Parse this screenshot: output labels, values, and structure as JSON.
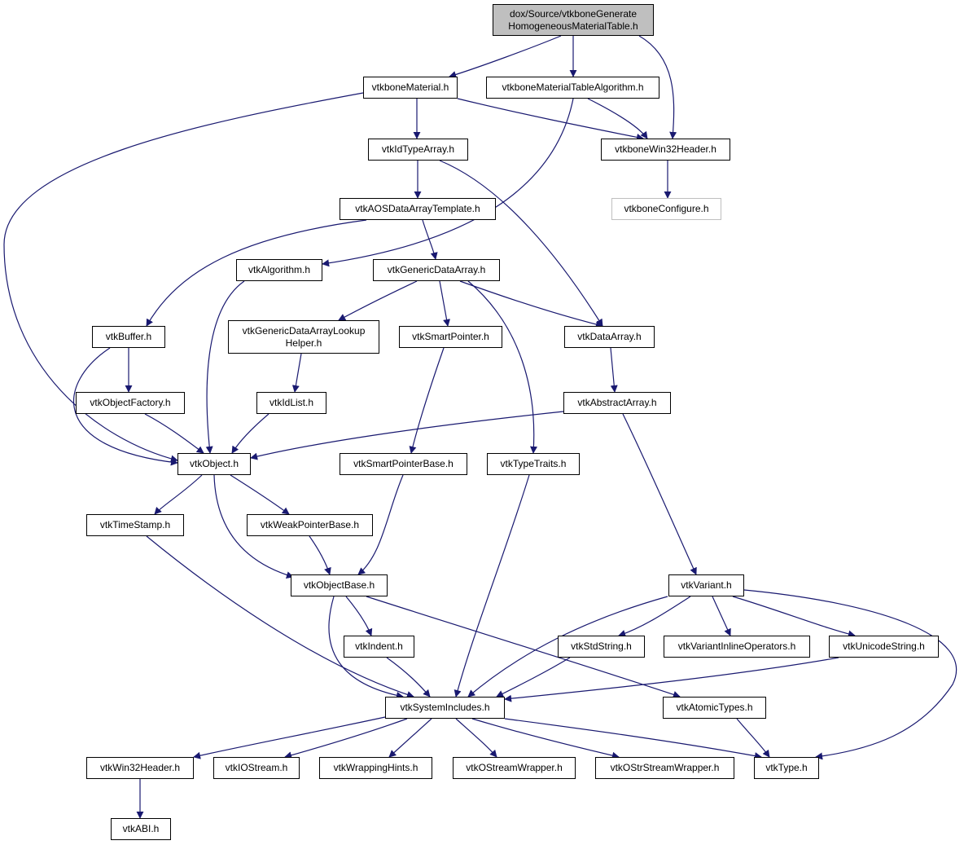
{
  "colors": {
    "edge": "#191970",
    "root_fill": "#bfbfbf",
    "node_border": "#000000",
    "external_border": "#bfbfbf"
  },
  "nodes": {
    "root": {
      "lines": [
        "dox/Source/vtkboneGenerate",
        "HomogeneousMaterialTable.h"
      ]
    },
    "vtkboneMaterial": {
      "lines": [
        "vtkboneMaterial.h"
      ]
    },
    "vtkboneMaterialTableAlgorithm": {
      "lines": [
        "vtkboneMaterialTableAlgorithm.h"
      ]
    },
    "vtkboneWin32Header": {
      "lines": [
        "vtkboneWin32Header.h"
      ]
    },
    "vtkIdTypeArray": {
      "lines": [
        "vtkIdTypeArray.h"
      ]
    },
    "vtkboneConfigure": {
      "lines": [
        "vtkboneConfigure.h"
      ]
    },
    "vtkAOSDataArrayTemplate": {
      "lines": [
        "vtkAOSDataArrayTemplate.h"
      ]
    },
    "vtkAlgorithm": {
      "lines": [
        "vtkAlgorithm.h"
      ]
    },
    "vtkGenericDataArray": {
      "lines": [
        "vtkGenericDataArray.h"
      ]
    },
    "vtkBuffer": {
      "lines": [
        "vtkBuffer.h"
      ]
    },
    "vtkGenericDataArrayLookupHelper": {
      "lines": [
        "vtkGenericDataArrayLookup",
        "Helper.h"
      ]
    },
    "vtkSmartPointer": {
      "lines": [
        "vtkSmartPointer.h"
      ]
    },
    "vtkDataArray": {
      "lines": [
        "vtkDataArray.h"
      ]
    },
    "vtkObjectFactory": {
      "lines": [
        "vtkObjectFactory.h"
      ]
    },
    "vtkIdList": {
      "lines": [
        "vtkIdList.h"
      ]
    },
    "vtkAbstractArray": {
      "lines": [
        "vtkAbstractArray.h"
      ]
    },
    "vtkObject": {
      "lines": [
        "vtkObject.h"
      ]
    },
    "vtkSmartPointerBase": {
      "lines": [
        "vtkSmartPointerBase.h"
      ]
    },
    "vtkTypeTraits": {
      "lines": [
        "vtkTypeTraits.h"
      ]
    },
    "vtkTimeStamp": {
      "lines": [
        "vtkTimeStamp.h"
      ]
    },
    "vtkWeakPointerBase": {
      "lines": [
        "vtkWeakPointerBase.h"
      ]
    },
    "vtkObjectBase": {
      "lines": [
        "vtkObjectBase.h"
      ]
    },
    "vtkVariant": {
      "lines": [
        "vtkVariant.h"
      ]
    },
    "vtkIndent": {
      "lines": [
        "vtkIndent.h"
      ]
    },
    "vtkStdString": {
      "lines": [
        "vtkStdString.h"
      ]
    },
    "vtkVariantInlineOperators": {
      "lines": [
        "vtkVariantInlineOperators.h"
      ]
    },
    "vtkUnicodeString": {
      "lines": [
        "vtkUnicodeString.h"
      ]
    },
    "vtkSystemIncludes": {
      "lines": [
        "vtkSystemIncludes.h"
      ]
    },
    "vtkAtomicTypes": {
      "lines": [
        "vtkAtomicTypes.h"
      ]
    },
    "vtkWin32Header": {
      "lines": [
        "vtkWin32Header.h"
      ]
    },
    "vtkIOStream": {
      "lines": [
        "vtkIOStream.h"
      ]
    },
    "vtkWrappingHints": {
      "lines": [
        "vtkWrappingHints.h"
      ]
    },
    "vtkOStreamWrapper": {
      "lines": [
        "vtkOStreamWrapper.h"
      ]
    },
    "vtkOStrStreamWrapper": {
      "lines": [
        "vtkOStrStreamWrapper.h"
      ]
    },
    "vtkType": {
      "lines": [
        "vtkType.h"
      ]
    },
    "vtkABI": {
      "lines": [
        "vtkABI.h"
      ]
    }
  }
}
